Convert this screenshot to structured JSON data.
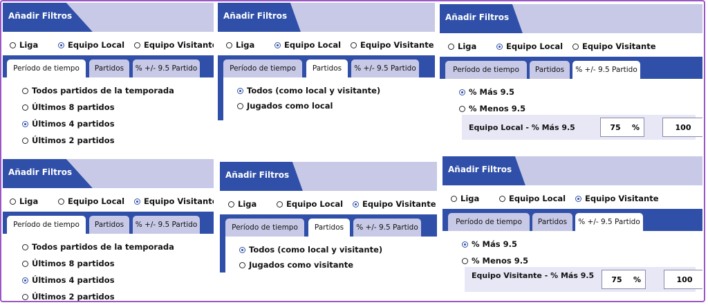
{
  "panels": [
    {
      "title": "Añadir Filtros",
      "radios": [
        {
          "label": "Liga",
          "selected": false
        },
        {
          "label": "Equipo Local",
          "selected": true
        },
        {
          "label": "Equipo Visitante",
          "selected": false
        }
      ],
      "tabs": [
        {
          "label": "Período de tiempo",
          "active": true
        },
        {
          "label": "Partidos",
          "active": false
        },
        {
          "label": "% +/- 9.5 Partido",
          "active": false
        }
      ],
      "options": [
        {
          "label": "Todos partidos de la temporada",
          "selected": false
        },
        {
          "label": "Últimos 8 partidos",
          "selected": false
        },
        {
          "label": "Últimos 4 partidos",
          "selected": true
        },
        {
          "label": "Últimos 2 partidos",
          "selected": false
        }
      ]
    },
    {
      "title": "Añadir Filtros",
      "radios": [
        {
          "label": "Liga",
          "selected": false
        },
        {
          "label": "Equipo Local",
          "selected": true
        },
        {
          "label": "Equipo Visitante",
          "selected": false
        }
      ],
      "tabs": [
        {
          "label": "Período de tiempo",
          "active": false
        },
        {
          "label": "Partidos",
          "active": true
        },
        {
          "label": "% +/- 9.5 Partido",
          "active": false
        }
      ],
      "options": [
        {
          "label": "Todos (como local y visitante)",
          "selected": true
        },
        {
          "label": "Jugados como local",
          "selected": false
        }
      ]
    },
    {
      "title": "Añadir Filtros",
      "radios": [
        {
          "label": "Liga",
          "selected": false
        },
        {
          "label": "Equipo Local",
          "selected": true
        },
        {
          "label": "Equipo Visitante",
          "selected": false
        }
      ],
      "tabs": [
        {
          "label": "Período de tiempo",
          "active": false
        },
        {
          "label": "Partidos",
          "active": false
        },
        {
          "label": "% +/- 9.5 Partido",
          "active": true
        }
      ],
      "options": [
        {
          "label": "% Más 9.5",
          "selected": true
        },
        {
          "label": "% Menos 9.5",
          "selected": false
        }
      ],
      "filter": {
        "label": "Equipo Local - % Más 9.5",
        "min": "75",
        "max": "100",
        "unit": "%"
      }
    },
    {
      "title": "Añadir Filtros",
      "radios": [
        {
          "label": "Liga",
          "selected": false
        },
        {
          "label": "Equipo Local",
          "selected": false
        },
        {
          "label": "Equipo Visitante",
          "selected": true
        }
      ],
      "tabs": [
        {
          "label": "Período de tiempo",
          "active": true
        },
        {
          "label": "Partidos",
          "active": false
        },
        {
          "label": "% +/- 9.5 Partido",
          "active": false
        }
      ],
      "options": [
        {
          "label": "Todos partidos de la temporada",
          "selected": false
        },
        {
          "label": "Últimos 8 partidos",
          "selected": false
        },
        {
          "label": "Últimos 4 partidos",
          "selected": true
        },
        {
          "label": "Últimos 2 partidos",
          "selected": false
        }
      ]
    },
    {
      "title": "Añadir Filtros",
      "radios": [
        {
          "label": "Liga",
          "selected": false
        },
        {
          "label": "Equipo Local",
          "selected": false
        },
        {
          "label": "Equipo Visitante",
          "selected": true
        }
      ],
      "tabs": [
        {
          "label": "Período de tiempo",
          "active": false
        },
        {
          "label": "Partidos",
          "active": true
        },
        {
          "label": "% +/- 9.5 Partido",
          "active": false
        }
      ],
      "options": [
        {
          "label": "Todos (como local y visitante)",
          "selected": true
        },
        {
          "label": "Jugados como visitante",
          "selected": false
        }
      ]
    },
    {
      "title": "Añadir Filtros",
      "radios": [
        {
          "label": "Liga",
          "selected": false
        },
        {
          "label": "Equipo Local",
          "selected": false
        },
        {
          "label": "Equipo Visitante",
          "selected": true
        }
      ],
      "tabs": [
        {
          "label": "Período de tiempo",
          "active": false
        },
        {
          "label": "Partidos",
          "active": false
        },
        {
          "label": "% +/- 9.5 Partido",
          "active": true
        }
      ],
      "options": [
        {
          "label": "% Más 9.5",
          "selected": true
        },
        {
          "label": "% Menos 9.5",
          "selected": false
        }
      ],
      "filter": {
        "label": "Equipo Visitante - % Más 9.5",
        "min": "75",
        "max": "100",
        "unit": "%"
      }
    }
  ],
  "colors": {
    "primary": "#2f4fa8",
    "tab_inactive": "#c7c9e6",
    "filter_bg": "#e7e7f6",
    "frame": "#9a57c7"
  }
}
